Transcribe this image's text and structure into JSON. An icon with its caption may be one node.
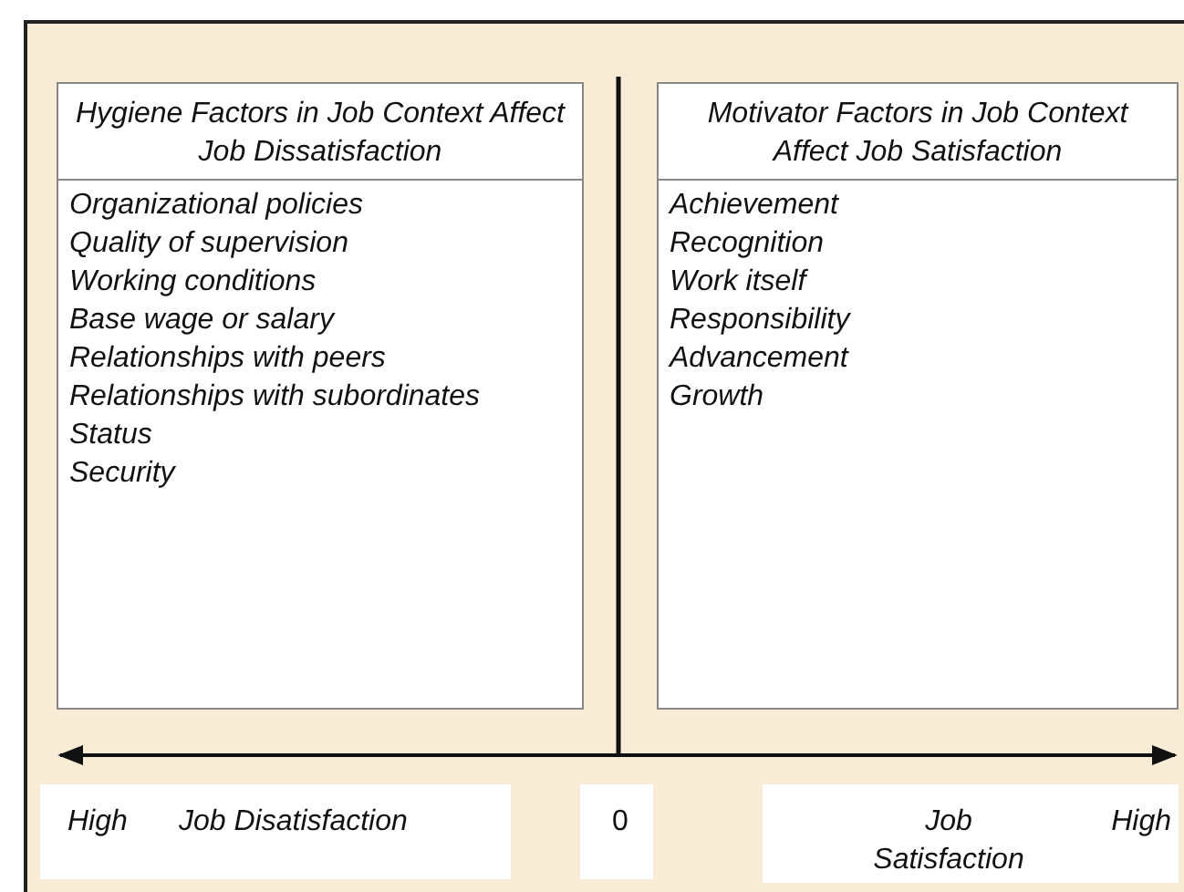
{
  "diagram": {
    "nodes": [
      {
        "text": [
          "Hygiene Factors in Job Context Affect Job Dissatisfaction",
          "Organizational policies",
          "Quality of supervision",
          "Working conditions",
          "Base wage or salary",
          "Relationships with peers",
          "Relationships with subordinates",
          "Status",
          "Security"
        ]
      },
      {
        "text": [
          "Motivator Factors in Job Context Affect Job Satisfaction",
          "Achievement",
          "Recognition",
          "Work itself",
          "Responsibility",
          "Advancement",
          "Growth"
        ]
      }
    ],
    "labels": [
      "High",
      "Job Disatisfaction",
      "0",
      "Job Satisfaction",
      "High"
    ]
  }
}
